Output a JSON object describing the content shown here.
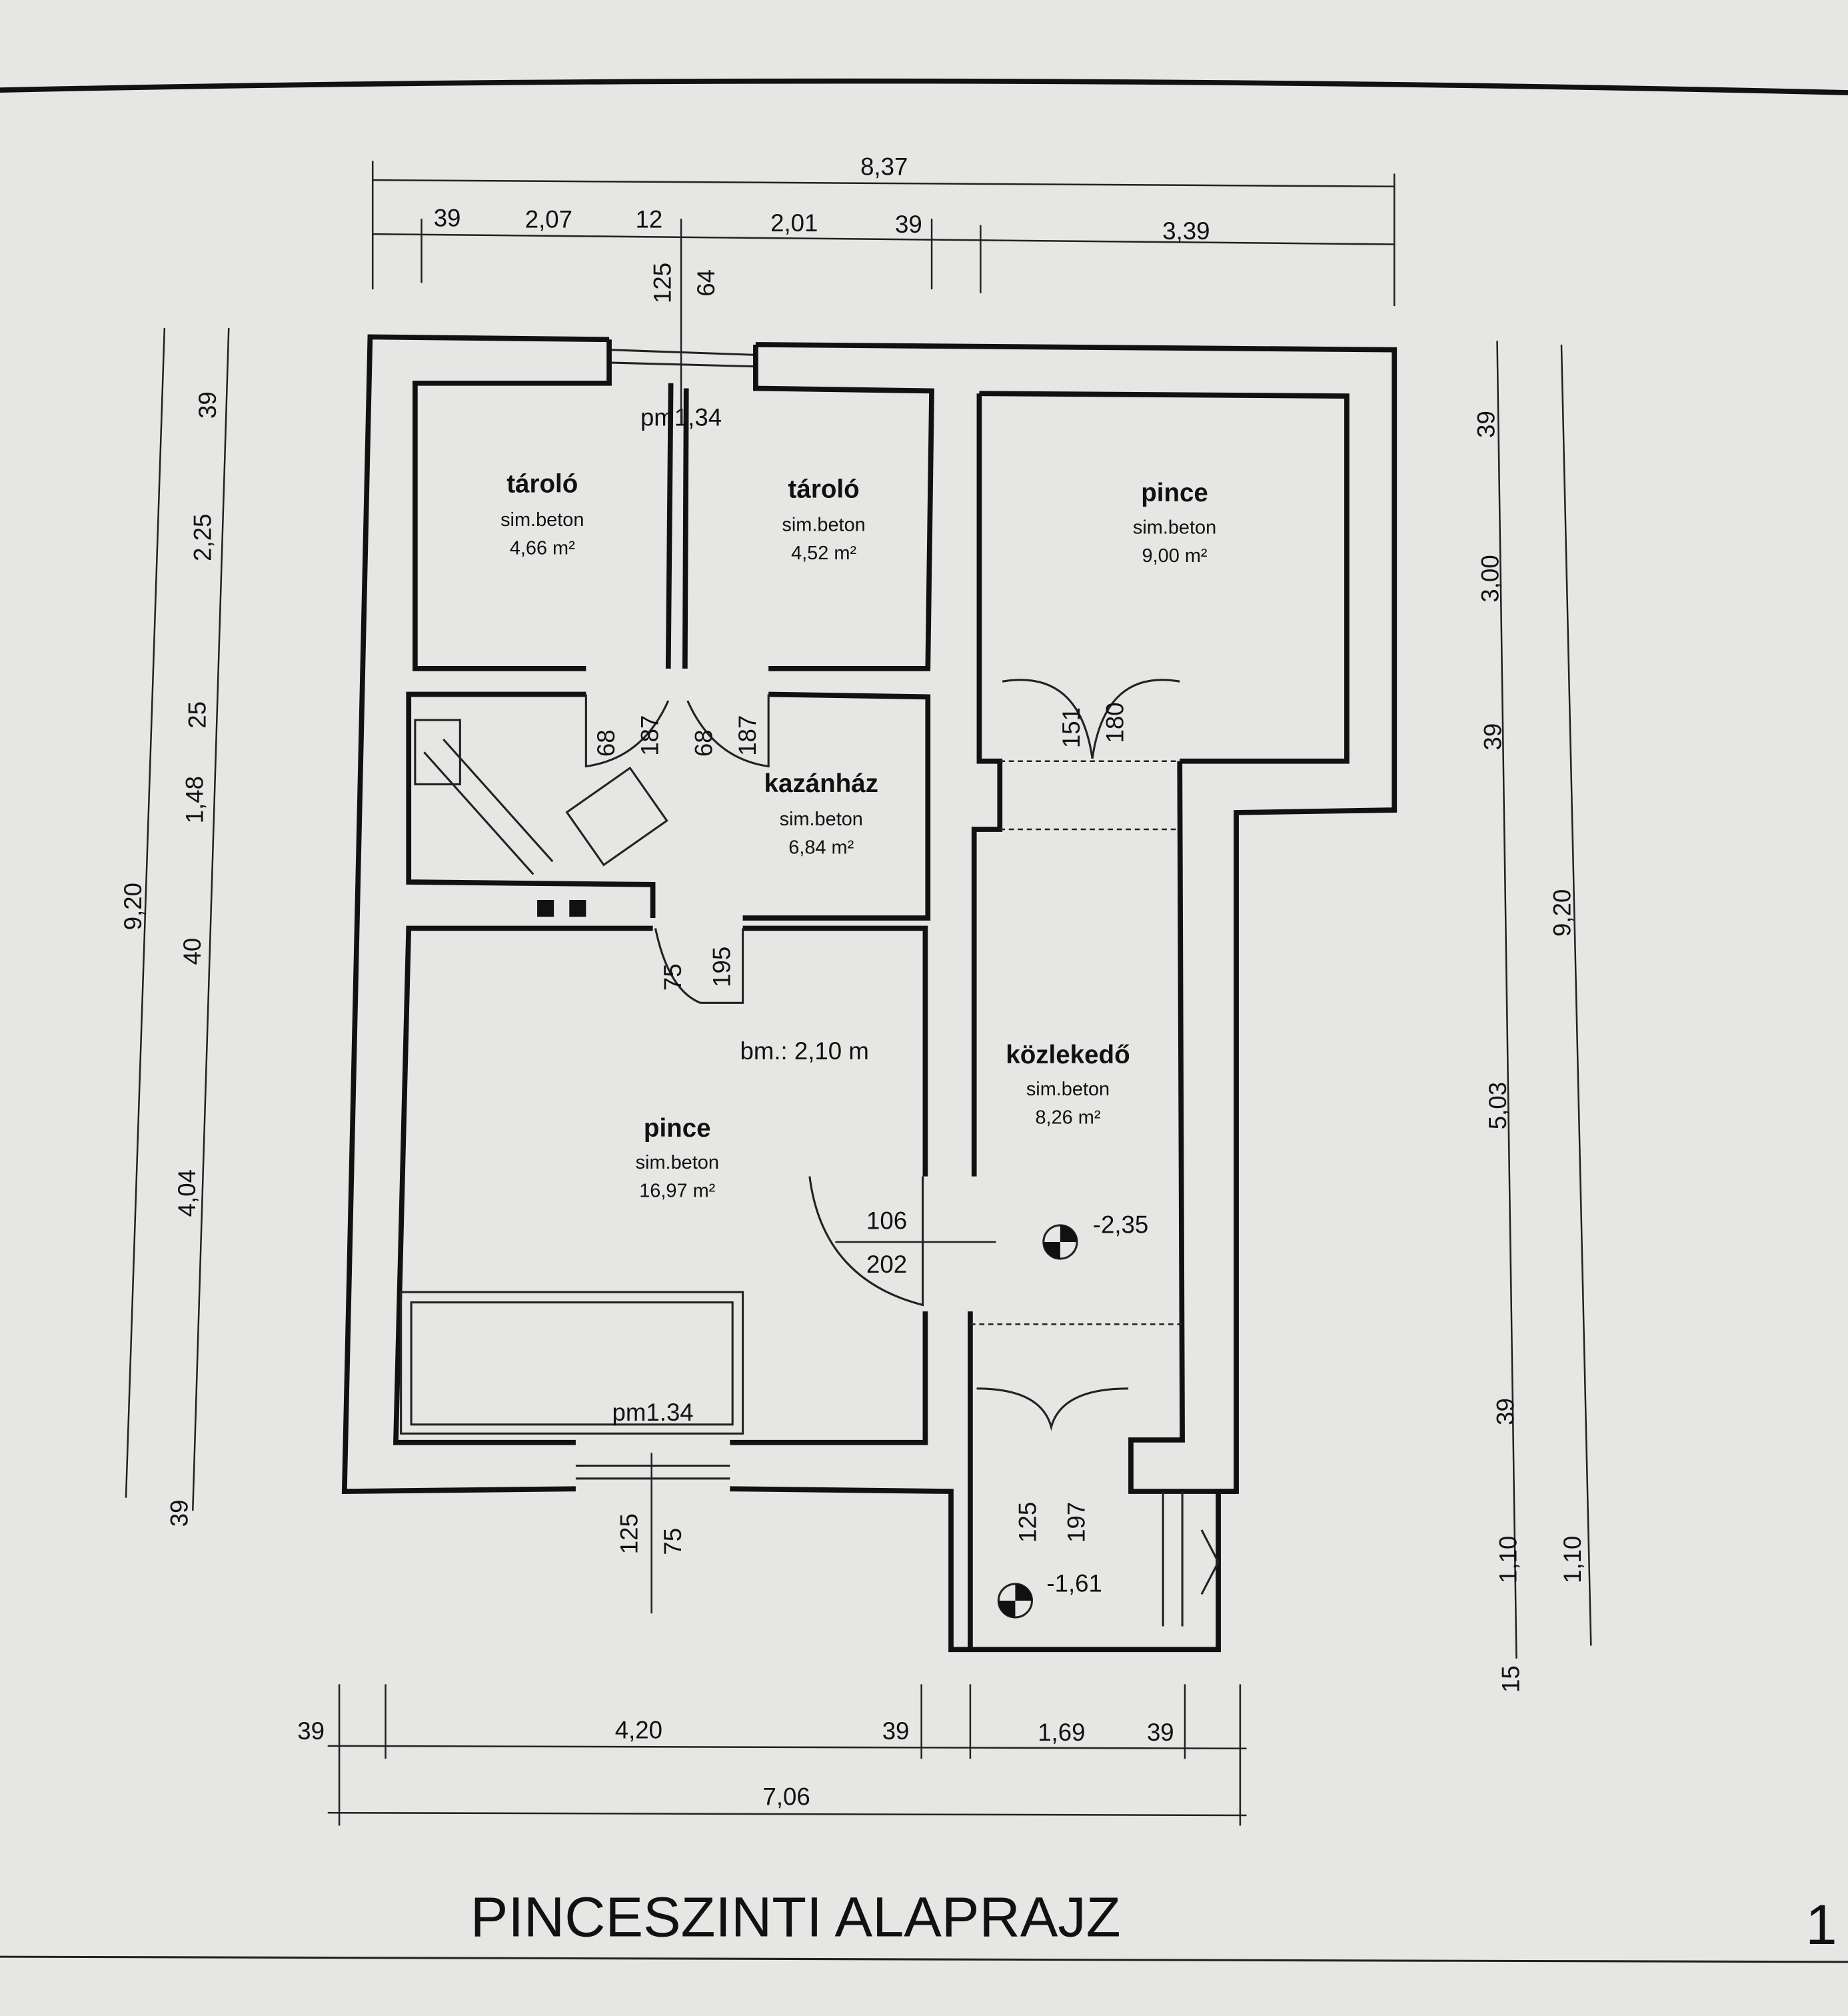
{
  "title": "PINCESZINTI ALAPRAJZ",
  "sheet_number": "1",
  "rooms": [
    {
      "name": "tároló",
      "floor": "sim.beton",
      "area": "4,66 m²"
    },
    {
      "name": "tároló",
      "floor": "sim.beton",
      "area": "4,52 m²"
    },
    {
      "name": "pince",
      "floor": "sim.beton",
      "area": "9,00 m²"
    },
    {
      "name": "kazánház",
      "floor": "sim.beton",
      "area": "6,84 m²"
    },
    {
      "name": "pince",
      "floor": "sim.beton",
      "area": "16,97 m²"
    },
    {
      "name": "közlekedő",
      "floor": "sim.beton",
      "area": "8,26 m²"
    }
  ],
  "annotations": {
    "window_top": "pm1,34",
    "window_bottom": "pm1.34",
    "ceiling_height": "bm.: 2,10 m",
    "level_main": "-2,35",
    "level_stair": "-1,61"
  },
  "door_dims": {
    "top_window_a": "125",
    "top_window_b": "64",
    "d1a": "68",
    "d1b": "187",
    "d2a": "68",
    "d2b": "187",
    "d3a": "151",
    "d3b": "180",
    "d4a": "75",
    "d4b": "195",
    "d5a": "106",
    "d5b": "202",
    "bw_a": "125",
    "bw_b": "75",
    "st_a": "125",
    "st_b": "197"
  },
  "dims_top": {
    "total": "8,37",
    "segments": [
      "39",
      "2,07",
      "12",
      "2,01",
      "39",
      "3,39"
    ]
  },
  "dims_bottom": {
    "total": "7,06",
    "segments": [
      "39",
      "4,20",
      "39",
      "1,69",
      "39"
    ]
  },
  "dims_left": {
    "total": "9,20",
    "segments": [
      "39",
      "2,25",
      "25",
      "1,48",
      "40",
      "4,04",
      "39"
    ]
  },
  "dims_right": {
    "total": "9,20",
    "total_b": "1,10",
    "segments": [
      "39",
      "3,00",
      "39",
      "5,03",
      "39",
      "1,10",
      "15"
    ]
  }
}
